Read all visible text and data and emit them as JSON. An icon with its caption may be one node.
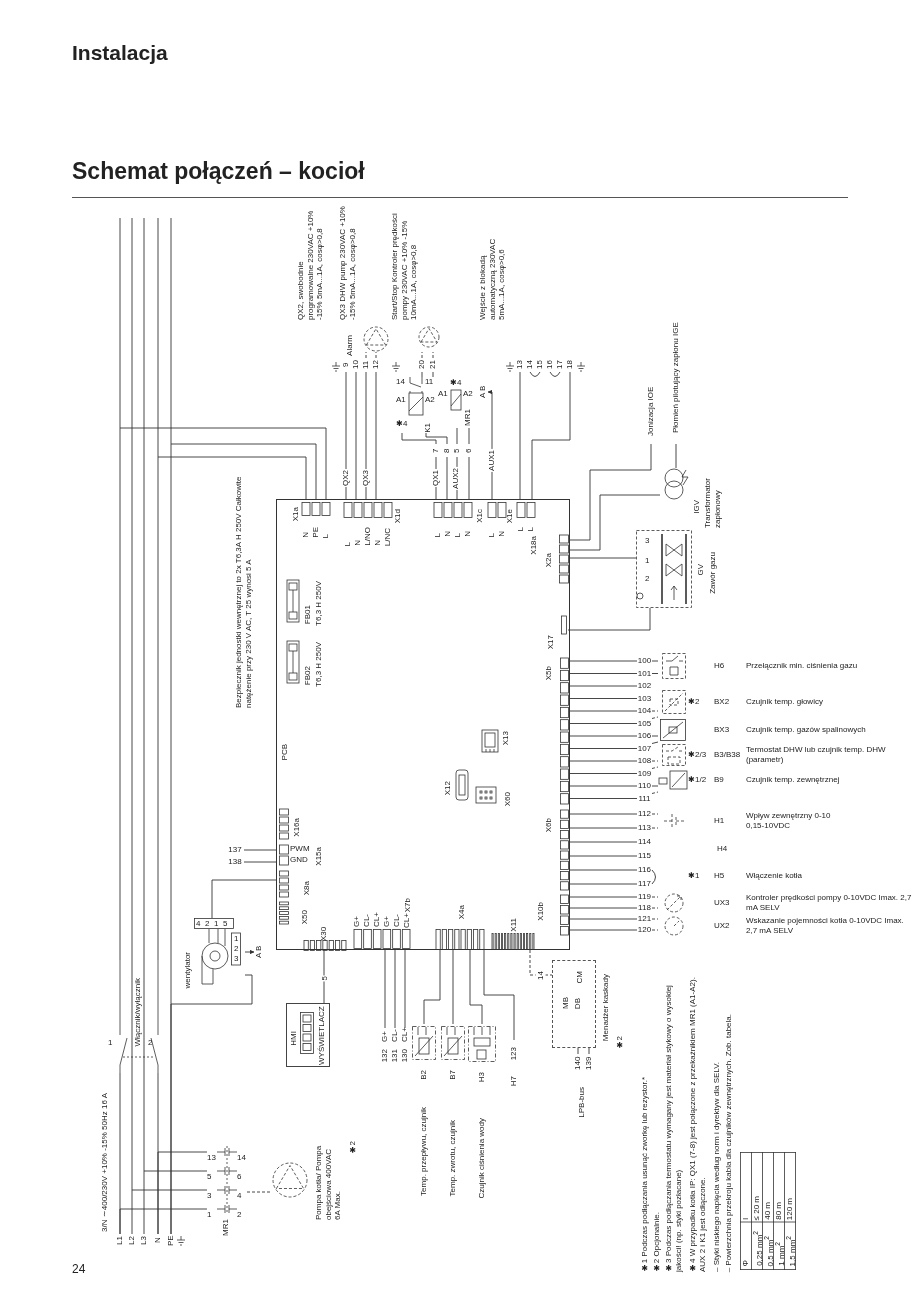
{
  "diagram": {
    "title": "Schemat połączeń – kocioł",
    "nodes": [
      {
        "text": [
          "L1"
        ]
      },
      {
        "text": [
          "L2"
        ]
      },
      {
        "text": [
          "L3"
        ]
      },
      {
        "text": [
          "N"
        ]
      },
      {
        "text": [
          "PE"
        ]
      },
      {
        "text": [
          "Włącznik/wyłącznik",
          "1",
          "2"
        ]
      },
      {
        "text": [
          "13",
          "14",
          "5",
          "6",
          "3",
          "4",
          "1",
          "2",
          "MR1"
        ]
      },
      {
        "text": [
          "Pompa kotła/ Pompa obejściowa 400VAC 6A Max.",
          "✱2"
        ]
      },
      {
        "text": [
          "HMI",
          "WYŚWIETLACZ"
        ]
      },
      {
        "text": [
          "wentylator",
          "4",
          "2",
          "1",
          "5",
          "1",
          "2",
          "3"
        ]
      },
      {
        "text": [
          "A B"
        ]
      },
      {
        "text": [
          "PCB"
        ]
      },
      {
        "text": [
          "FB01",
          "T6,3 H 250V"
        ],
        "in": 11
      },
      {
        "text": [
          "FB02",
          "T6,3 H 250V"
        ],
        "in": 11
      },
      {
        "text": [
          "X1a",
          "N",
          "PE",
          "L"
        ],
        "in": 11
      },
      {
        "text": [
          "X1d",
          "L",
          "N",
          "L/NO",
          "N",
          "L/NC"
        ],
        "in": 11
      },
      {
        "text": [
          "X1c",
          "L",
          "N",
          "L",
          "N"
        ],
        "in": 11
      },
      {
        "text": [
          "X1e",
          "L",
          "N"
        ],
        "in": 11
      },
      {
        "text": [
          "X18a",
          "L",
          "L"
        ],
        "in": 11
      },
      {
        "text": [
          "X2a"
        ],
        "in": 11
      },
      {
        "text": [
          "X17"
        ],
        "in": 11
      },
      {
        "text": [
          "X5b"
        ],
        "in": 11
      },
      {
        "text": [
          "X6b"
        ],
        "in": 11
      },
      {
        "text": [
          "X10b"
        ],
        "in": 11
      },
      {
        "text": [
          "X16a"
        ],
        "in": 11
      },
      {
        "text": [
          "X15a",
          "PWM",
          "GND"
        ],
        "in": 11
      },
      {
        "text": [
          "X8a"
        ],
        "in": 11
      },
      {
        "text": [
          "X50"
        ],
        "in": 11
      },
      {
        "text": [
          "X30"
        ],
        "in": 11
      },
      {
        "text": [
          "X7b",
          "G+",
          "CL-",
          "CL+",
          "G+",
          "CL-",
          "CL+"
        ],
        "in": 11
      },
      {
        "text": [
          "X4a"
        ],
        "in": 11
      },
      {
        "text": [
          "X11"
        ],
        "in": 11
      },
      {
        "text": [
          "X12"
        ],
        "in": 11
      },
      {
        "text": [
          "X13"
        ],
        "in": 11
      },
      {
        "text": [
          "X60"
        ],
        "in": 11
      },
      {
        "text": [
          "9"
        ]
      },
      {
        "text": [
          "10"
        ]
      },
      {
        "text": [
          "11"
        ]
      },
      {
        "text": [
          "12"
        ]
      },
      {
        "text": [],
        "shape": "circle"
      },
      {
        "text": [
          "K1",
          "14",
          "11",
          "A1",
          "A2",
          "✱4"
        ]
      },
      {
        "text": [
          "MR1",
          "✱4",
          "A1",
          "A2"
        ]
      },
      {
        "text": [
          "7"
        ]
      },
      {
        "text": [
          "8"
        ]
      },
      {
        "text": [
          "5"
        ]
      },
      {
        "text": [
          "6"
        ]
      },
      {
        "text": [
          "20"
        ]
      },
      {
        "text": [
          "21"
        ]
      },
      {
        "text": [],
        "shape": "circle"
      },
      {
        "text": [
          "A B"
        ]
      },
      {
        "text": [
          "13"
        ]
      },
      {
        "text": [
          "14"
        ]
      },
      {
        "text": [
          "15"
        ]
      },
      {
        "text": [
          "16"
        ]
      },
      {
        "text": [
          "17"
        ]
      },
      {
        "text": [
          "18"
        ]
      },
      {
        "text": [
          "Jonizacja IOE"
        ]
      },
      {
        "text": [
          "Płomień pilotujący zapłonu IGE"
        ]
      },
      {
        "text": [
          "IGV",
          "Transformator zapłonowy"
        ]
      },
      {
        "text": [
          "GV",
          "Zawór gazu",
          "3",
          "1",
          "2"
        ]
      },
      {
        "text": [
          "100"
        ]
      },
      {
        "text": [
          "101"
        ]
      },
      {
        "text": [
          "102"
        ]
      },
      {
        "text": [
          "103"
        ]
      },
      {
        "text": [
          "104"
        ]
      },
      {
        "text": [
          "105"
        ]
      },
      {
        "text": [
          "106"
        ]
      },
      {
        "text": [
          "107"
        ]
      },
      {
        "text": [
          "108"
        ]
      },
      {
        "text": [
          "109"
        ]
      },
      {
        "text": [
          "110"
        ]
      },
      {
        "text": [
          "111"
        ]
      },
      {
        "text": [
          "112"
        ]
      },
      {
        "text": [
          "113"
        ]
      },
      {
        "text": [
          "114"
        ]
      },
      {
        "text": [
          "115"
        ]
      },
      {
        "text": [
          "116"
        ]
      },
      {
        "text": [
          "117"
        ]
      },
      {
        "text": [
          "119"
        ]
      },
      {
        "text": [
          "118"
        ]
      },
      {
        "text": [
          "121"
        ]
      },
      {
        "text": [
          "120"
        ]
      },
      {
        "text": [
          "H6"
        ]
      },
      {
        "text": [
          "✱2",
          "BX2"
        ]
      },
      {
        "text": [
          "BX3"
        ]
      },
      {
        "text": [
          "✱2/3",
          "B3/B38"
        ]
      },
      {
        "text": [
          "✱1/2",
          "B9"
        ]
      },
      {
        "text": [
          "H1"
        ]
      },
      {
        "text": [
          "H4"
        ]
      },
      {
        "text": [
          "✱1",
          "H5"
        ]
      },
      {
        "text": [
          "UX3"
        ]
      },
      {
        "text": [
          "UX2"
        ]
      },
      {
        "text": [
          "132",
          "G+"
        ]
      },
      {
        "text": [
          "131",
          "CL-"
        ]
      },
      {
        "text": [
          "130",
          "CL+"
        ]
      },
      {
        "text": [
          "B2"
        ]
      },
      {
        "text": [
          "B7"
        ]
      },
      {
        "text": [
          "H3"
        ]
      },
      {
        "text": [
          "123",
          "H7"
        ]
      },
      {
        "text": [
          "CM",
          "MB",
          "DB"
        ],
        "beside": [
          "Menadżer kaskady",
          "✱2"
        ]
      },
      {
        "text": [
          "140"
        ]
      },
      {
        "text": [
          "139"
        ]
      },
      {
        "text": [
          "137"
        ]
      },
      {
        "text": [
          "138"
        ]
      }
    ],
    "edges": [
      {
        "from": 0,
        "to": 5,
        "arrow": "none"
      },
      {
        "from": 3,
        "to": 5,
        "arrow": "none"
      },
      {
        "from": 0,
        "to": 6,
        "arrow": "none"
      },
      {
        "from": 1,
        "to": 6,
        "arrow": "none"
      },
      {
        "from": 2,
        "to": 6,
        "arrow": "none"
      },
      {
        "from": 3,
        "to": 6,
        "arrow": "none"
      },
      {
        "from": 6,
        "to": 7,
        "arrow": "none",
        "style": "dashed"
      },
      {
        "from": 5,
        "to": 14,
        "arrow": "none"
      },
      {
        "from": 5,
        "to": 14,
        "arrow": "none"
      },
      {
        "from": 4,
        "to": 14,
        "arrow": "none"
      },
      {
        "from": 4,
        "to": 9,
        "arrow": "none"
      },
      {
        "from": 9,
        "to": 10,
        "arrow": "to"
      },
      {
        "from": 9,
        "to": 26,
        "arrow": "none"
      },
      {
        "from": 8,
        "to": 28,
        "arrow": "none",
        "label": "5"
      },
      {
        "from": 25,
        "to": 102,
        "arrow": "none"
      },
      {
        "from": 25,
        "to": 103,
        "arrow": "none"
      },
      {
        "from": 15,
        "to": 35,
        "arrow": "none",
        "label": "QX2"
      },
      {
        "from": 15,
        "to": 36,
        "arrow": "none"
      },
      {
        "from": 15,
        "to": 37,
        "arrow": "none",
        "label": "QX3"
      },
      {
        "from": 15,
        "to": 38,
        "arrow": "none"
      },
      {
        "from": 37,
        "to": 39,
        "arrow": "none",
        "style": "dashed"
      },
      {
        "from": 38,
        "to": 39,
        "arrow": "none",
        "style": "dashed"
      },
      {
        "from": 16,
        "to": 42,
        "arrow": "none",
        "label": "QX1"
      },
      {
        "from": 16,
        "to": 43,
        "arrow": "none"
      },
      {
        "from": 16,
        "to": 44,
        "arrow": "none",
        "label": "AUX2"
      },
      {
        "from": 16,
        "to": 45,
        "arrow": "none"
      },
      {
        "from": 42,
        "to": 40,
        "arrow": "none"
      },
      {
        "from": 43,
        "to": 40,
        "arrow": "none"
      },
      {
        "from": 44,
        "to": 41,
        "arrow": "none"
      },
      {
        "from": 45,
        "to": 41,
        "arrow": "none"
      },
      {
        "from": 40,
        "to": 46,
        "arrow": "none"
      },
      {
        "from": 40,
        "to": 47,
        "arrow": "none"
      },
      {
        "from": 46,
        "to": 48,
        "arrow": "none",
        "style": "dashed"
      },
      {
        "from": 47,
        "to": 48,
        "arrow": "none",
        "style": "dashed"
      },
      {
        "from": 17,
        "to": 49,
        "arrow": "to",
        "label": "AUX1"
      },
      {
        "from": 18,
        "to": 50,
        "arrow": "none"
      },
      {
        "from": 18,
        "to": 55,
        "arrow": "none"
      },
      {
        "from": 51,
        "to": 52,
        "arrow": "none"
      },
      {
        "from": 53,
        "to": 54,
        "arrow": "none"
      },
      {
        "from": 19,
        "to": 56,
        "arrow": "none"
      },
      {
        "from": 19,
        "to": 58,
        "arrow": "none"
      },
      {
        "from": 58,
        "to": 57,
        "arrow": "none"
      },
      {
        "from": 19,
        "to": 59,
        "arrow": "none"
      },
      {
        "from": 20,
        "to": 59,
        "arrow": "none"
      },
      {
        "from": 21,
        "to": 60,
        "arrow": "none"
      },
      {
        "from": 21,
        "to": 61,
        "arrow": "none"
      },
      {
        "from": 21,
        "to": 62,
        "arrow": "none"
      },
      {
        "from": 21,
        "to": 63,
        "arrow": "none"
      },
      {
        "from": 21,
        "to": 64,
        "arrow": "none"
      },
      {
        "from": 21,
        "to": 65,
        "arrow": "none"
      },
      {
        "from": 21,
        "to": 66,
        "arrow": "none"
      },
      {
        "from": 21,
        "to": 67,
        "arrow": "none"
      },
      {
        "from": 21,
        "to": 68,
        "arrow": "none"
      },
      {
        "from": 21,
        "to": 69,
        "arrow": "none"
      },
      {
        "from": 21,
        "to": 70,
        "arrow": "none"
      },
      {
        "from": 21,
        "to": 71,
        "arrow": "none"
      },
      {
        "from": 22,
        "to": 72,
        "arrow": "none"
      },
      {
        "from": 22,
        "to": 73,
        "arrow": "none"
      },
      {
        "from": 22,
        "to": 74,
        "arrow": "none"
      },
      {
        "from": 22,
        "to": 75,
        "arrow": "none"
      },
      {
        "from": 22,
        "to": 76,
        "arrow": "none"
      },
      {
        "from": 22,
        "to": 77,
        "arrow": "none"
      },
      {
        "from": 23,
        "to": 78,
        "arrow": "none"
      },
      {
        "from": 23,
        "to": 79,
        "arrow": "none"
      },
      {
        "from": 23,
        "to": 80,
        "arrow": "none"
      },
      {
        "from": 23,
        "to": 81,
        "arrow": "none"
      },
      {
        "from": 60,
        "to": 82,
        "arrow": "none"
      },
      {
        "from": 61,
        "to": 82,
        "arrow": "none"
      },
      {
        "from": 64,
        "to": 83,
        "arrow": "none",
        "style": "dashed"
      },
      {
        "from": 65,
        "to": 83,
        "arrow": "none",
        "style": "dashed"
      },
      {
        "from": 66,
        "to": 84,
        "arrow": "none"
      },
      {
        "from": 67,
        "to": 84,
        "arrow": "none"
      },
      {
        "from": 68,
        "to": 85,
        "arrow": "none",
        "style": "dashed"
      },
      {
        "from": 69,
        "to": 85,
        "arrow": "none",
        "style": "dashed"
      },
      {
        "from": 70,
        "to": 86,
        "arrow": "none"
      },
      {
        "from": 71,
        "to": 86,
        "arrow": "none",
        "style": "dashed"
      },
      {
        "from": 72,
        "to": 87,
        "arrow": "none",
        "style": "dashed"
      },
      {
        "from": 73,
        "to": 87,
        "arrow": "none",
        "style": "dashed"
      },
      {
        "from": 76,
        "to": 77,
        "arrow": "none"
      },
      {
        "from": 78,
        "to": 90,
        "arrow": "none",
        "style": "dashed"
      },
      {
        "from": 79,
        "to": 90,
        "arrow": "none",
        "style": "dashed"
      },
      {
        "from": 80,
        "to": 91,
        "arrow": "none",
        "style": "dashed"
      },
      {
        "from": 81,
        "to": 91,
        "arrow": "none",
        "style": "dashed"
      },
      {
        "from": 29,
        "to": 92,
        "arrow": "none"
      },
      {
        "from": 29,
        "to": 93,
        "arrow": "none"
      },
      {
        "from": 29,
        "to": 94,
        "arrow": "none"
      },
      {
        "from": 30,
        "to": 95,
        "arrow": "none"
      },
      {
        "from": 30,
        "to": 96,
        "arrow": "none"
      },
      {
        "from": 30,
        "to": 97,
        "arrow": "none"
      },
      {
        "from": 30,
        "to": 98,
        "arrow": "none"
      },
      {
        "from": 31,
        "to": 99,
        "arrow": "none",
        "style": "dashed",
        "label": "14"
      },
      {
        "from": 99,
        "to": 100,
        "arrow": "none"
      },
      {
        "from": 99,
        "to": 101,
        "arrow": "none"
      }
    ],
    "labels": [
      "Instalacja",
      "QX2, swobodnie programowalne 230VAC +10% -15% 5mA...1A, cosφ>0,8",
      "QX3 DHW pump 230VAC +10% -15% 5mA...1A, cosφ>0,8",
      "Alarm",
      "Start/Stop Kontroler prędkości pompy 230VAC +10% -15% 10mA...1A, cosφ>0,8",
      "Wejście z blokadą automatyczną 230VAC 5mA...1A, cosφ>0,6",
      "Bezpiecznik jednostki wewnętrznej to 2x T6,3A H 250V Całkowite natężenie przy 230 V AC, T 25 wynosi 5 A",
      "3/N ∼400/230V +10% -15% 50Hz 16 A",
      "LPB-bus",
      "✱1 Podczas podłączania usunąć zworkę lub rezystor.*",
      "✱2 Opcjonalnie.",
      "✱3 Podczas podłączania termostatu wymagany jest materiał stykowy o wysokiej jakości! (np. styki pozłacane)",
      "✱4 W przypadku kotła IP: QX1 (7-8) jest połączone z przekaźnikiem MR1 (A1-A2). AUX 2 i K1 jest odłączone.",
      "– Styki niskiego napięcia według norm i dyrektyw dla SELV.",
      "– Powierzchnia przekroju kabla dla czujników zewnętrznych. Zob. tabela.",
      "Φ",
      "l",
      "0,25 mm$^{2}$",
      "≤ 20 m",
      "0,5 mm$^{2}$",
      "40 m",
      "1 mm$^{2}$",
      "80 m",
      "1,5 mm$^{2}$",
      "120 m",
      "24",
      "Przełącznik min. ciśnienia gazu",
      "Czujnik temp. głowicy",
      "Czujnik temp. gazów spalinowych",
      "Termostat DHW lub czujnik temp. DHW (parametr)",
      "Czujnik temp. zewnętrznej",
      "Wpływ zewnętrzny 0-10 0,15-10VDC",
      "Włączenie kotła",
      "Kontroler prędkości pompy 0-10VDC Imax. 2,7 mA SELV",
      "Wskazanie pojemności kotła 0-10VDC Imax. 2,7 mA SELV",
      "Temp. przepływu, czujnik",
      "Temp. zwrotu, czujnik",
      "Czujnik ciśnienia wody"
    ]
  }
}
